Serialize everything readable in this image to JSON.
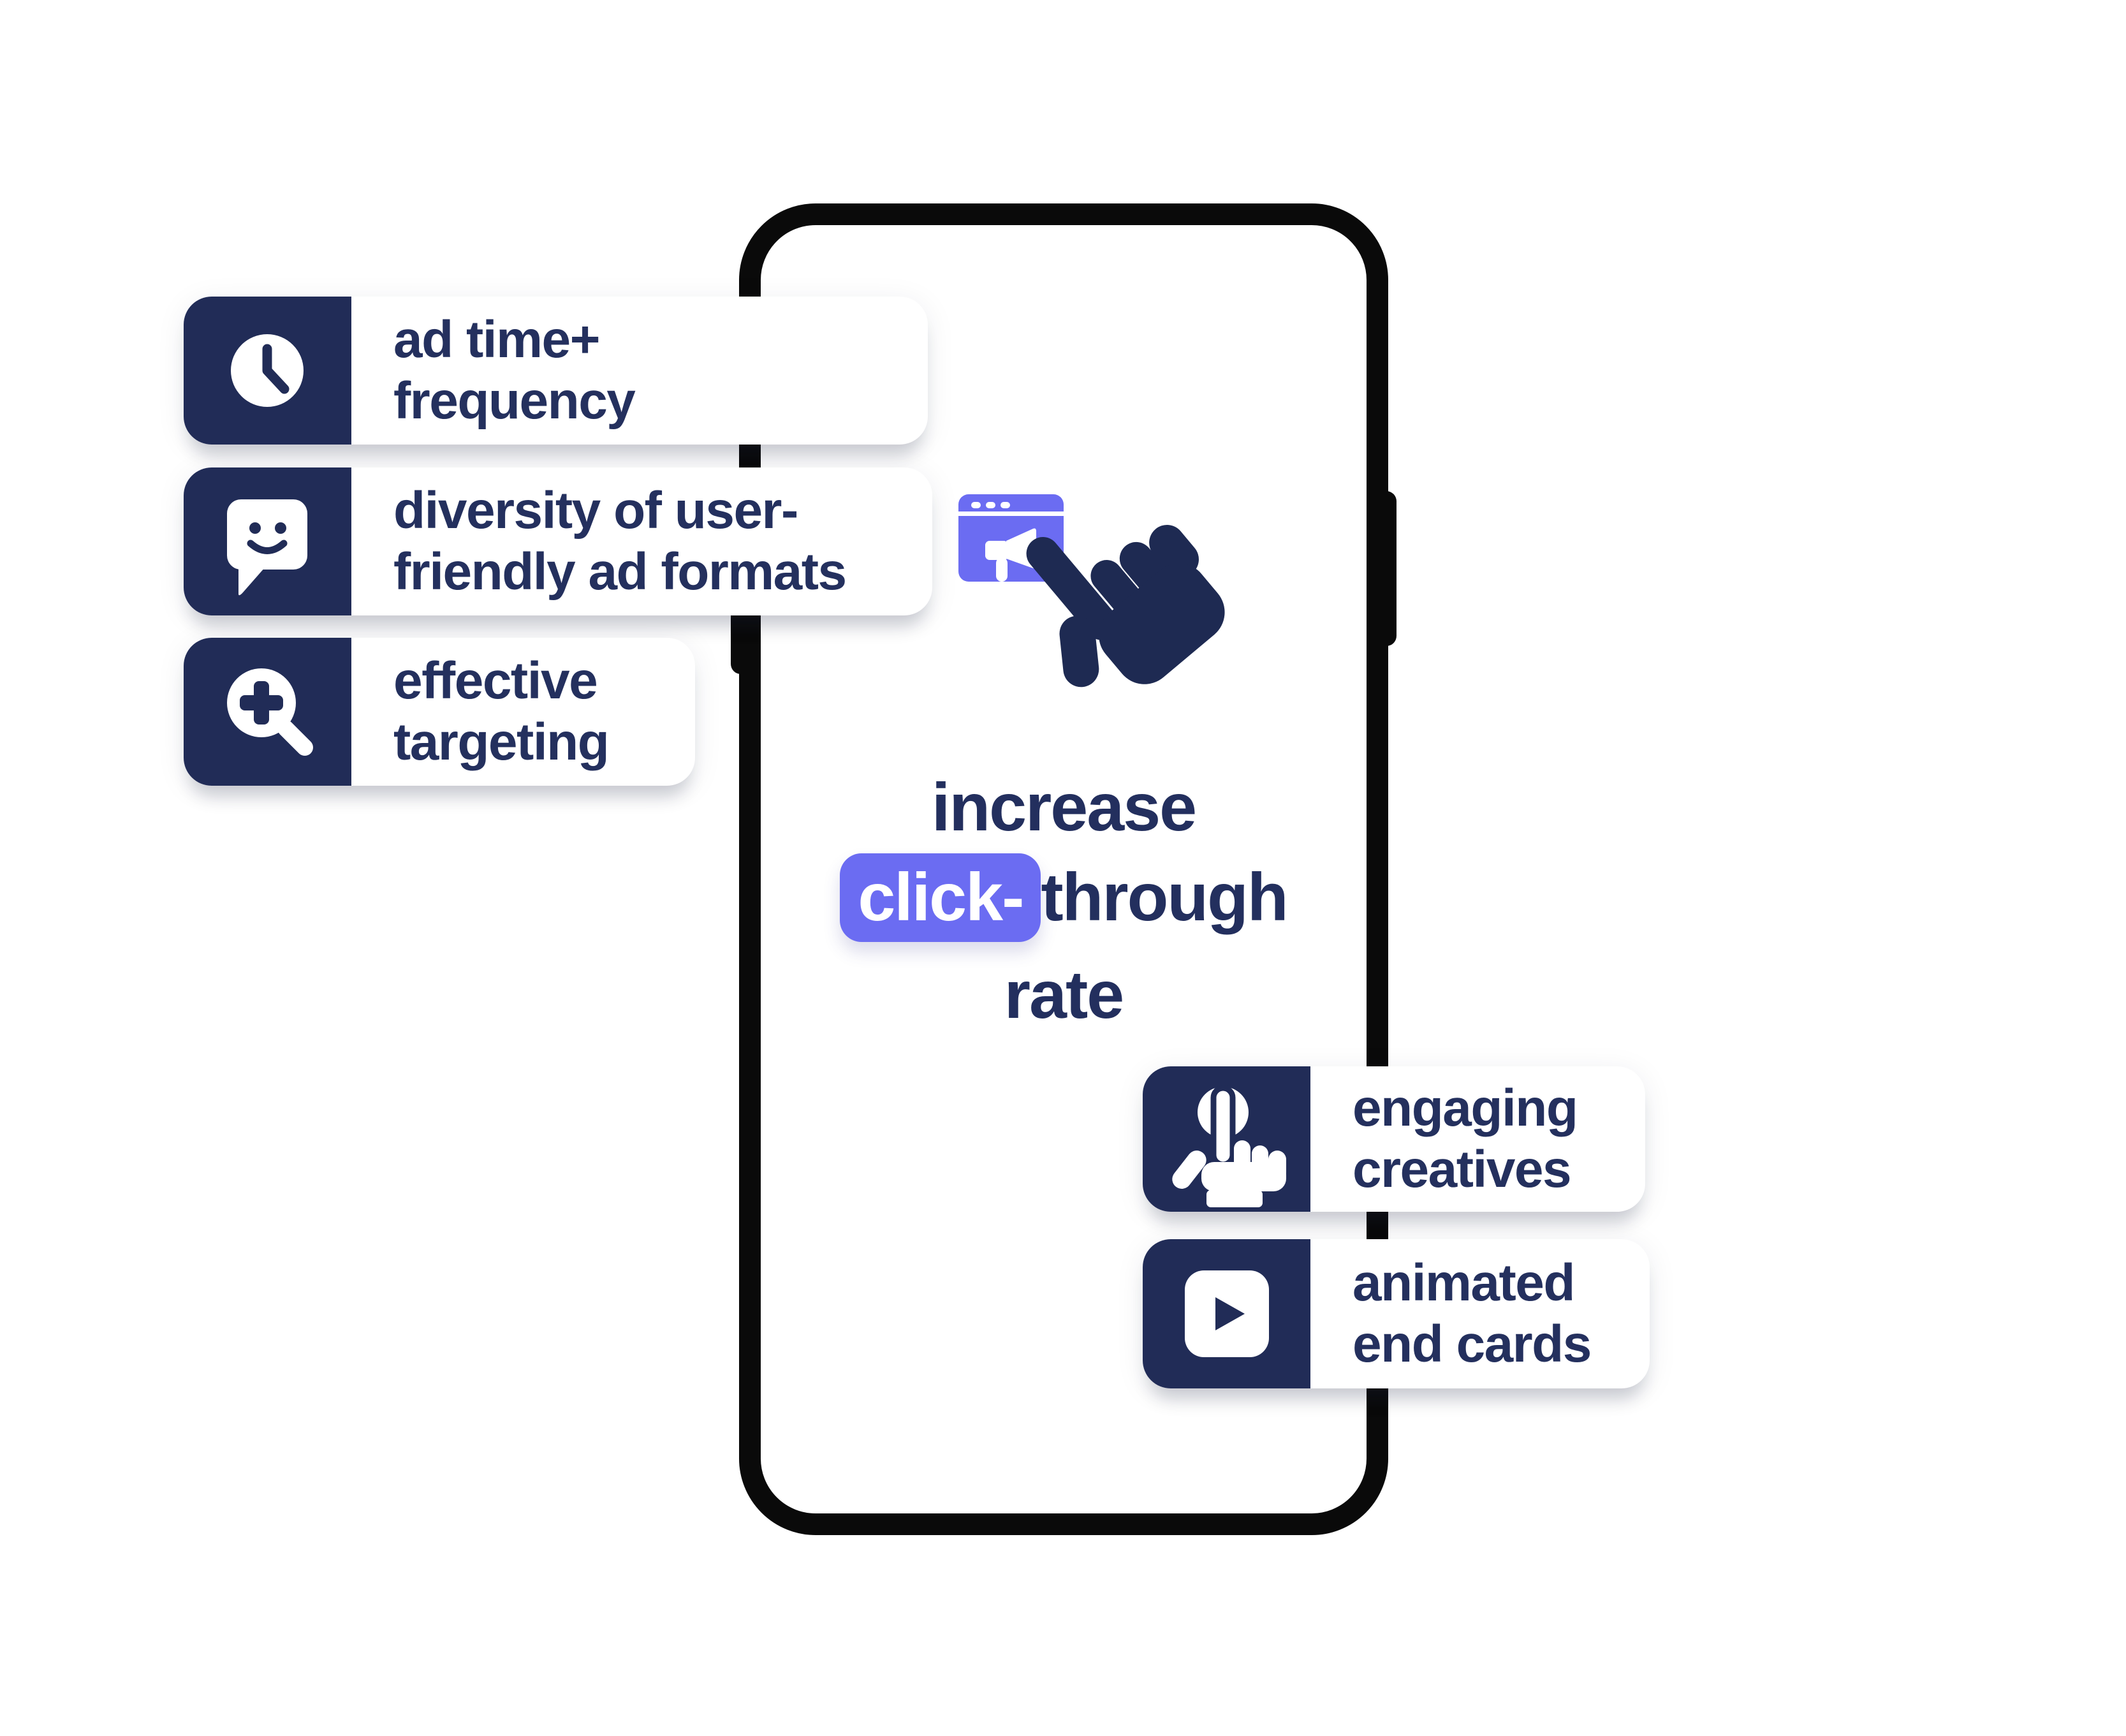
{
  "title": "increase click-through rate infographic",
  "colors": {
    "navy": "#212c57",
    "navy_text": "#24305e",
    "purple": "#6b6cf2",
    "phone_frame": "#0a0a0a",
    "background": "#ffffff",
    "pill_background": "#ffffff"
  },
  "headline": {
    "line1": "increase",
    "highlight_word": "click-",
    "line2_rest": "through",
    "line3": "rate"
  },
  "center_illustration": {
    "icon": "megaphone-browser-window-icon",
    "cursor": "hand-cursor-icon"
  },
  "pills_left": [
    {
      "id": "ad-time-frequency",
      "icon": "clock-icon",
      "lines": [
        "ad time+",
        "frequency"
      ]
    },
    {
      "id": "ad-format-diversity",
      "icon": "chat-smiley-icon",
      "lines": [
        "diversity of user-",
        "friendly ad formats"
      ]
    },
    {
      "id": "effective-targeting",
      "icon": "magnifier-plus-icon",
      "lines": [
        "effective",
        "targeting"
      ]
    }
  ],
  "pills_right": [
    {
      "id": "engaging-creatives",
      "icon": "tap-finger-icon",
      "lines": [
        "engaging",
        "creatives"
      ]
    },
    {
      "id": "animated-end-cards",
      "icon": "play-button-icon",
      "lines": [
        "animated",
        "end cards"
      ]
    }
  ]
}
